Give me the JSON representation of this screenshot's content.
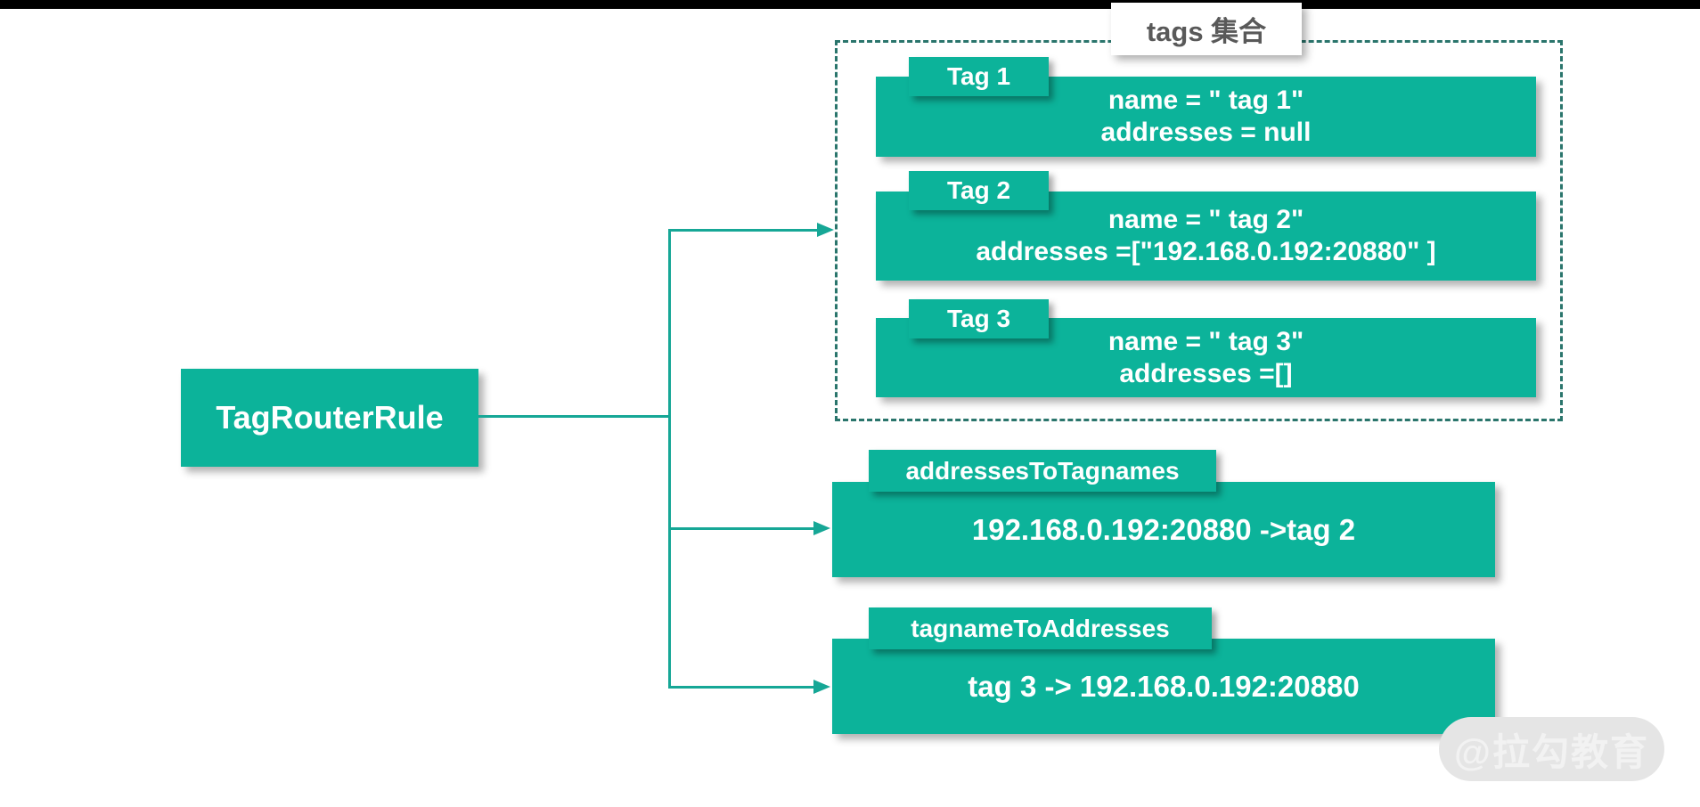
{
  "root": {
    "label": "TagRouterRule"
  },
  "tags_group": {
    "title": "tags 集合",
    "items": [
      {
        "tag": "Tag 1",
        "lines": [
          "name = \" tag 1\"",
          "addresses = null"
        ]
      },
      {
        "tag": "Tag 2",
        "lines": [
          "name = \" tag 2\"",
          "addresses =[\"192.168.0.192:20880\" ]"
        ]
      },
      {
        "tag": "Tag 3",
        "lines": [
          "name = \" tag 3\"",
          "addresses =[]"
        ]
      }
    ]
  },
  "maps": {
    "addresses_to_tagnames": {
      "label": "addressesToTagnames",
      "value": "192.168.0.192:20880 ->tag 2"
    },
    "tagname_to_addresses": {
      "label": "tagnameToAddresses",
      "value": "tag 3 -> 192.168.0.192:20880"
    }
  },
  "watermark": {
    "text": "@拉勾教育"
  },
  "colors": {
    "teal_box": "#0cb39a",
    "connector": "#16a796",
    "dashed_border": "#2a756c",
    "title_text": "#595959",
    "box_text": "#ffffff",
    "watermark_bg": "#e5e5e5",
    "watermark_text": "#f2f2f2",
    "top_bar": "#000000"
  }
}
